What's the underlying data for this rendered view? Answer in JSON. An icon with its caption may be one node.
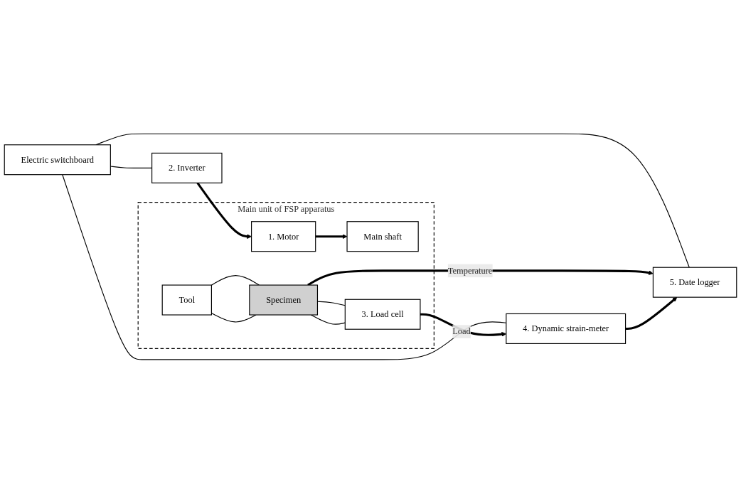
{
  "diagram": {
    "nodes": [
      {
        "text": [
          "Electric switchboard"
        ]
      },
      {
        "text": [
          "Main unit of FSP apparatus"
        ]
      },
      {
        "text": [
          "2. Inverter"
        ]
      },
      {
        "text": [
          "1. Motor"
        ],
        "in": 1
      },
      {
        "text": [
          "Main shaft"
        ],
        "in": 1
      },
      {
        "text": [
          "Tool"
        ],
        "in": 1
      },
      {
        "text": [
          "5. Date logger"
        ]
      },
      {
        "text": [
          "Specimen"
        ],
        "in": 1
      },
      {
        "text": [
          "4. Dynamic strain-meter"
        ]
      },
      {
        "text": [
          "3. Load cell"
        ],
        "in": 1
      }
    ],
    "edges": [
      {
        "from": 0,
        "to": 2,
        "arrow": "none"
      },
      {
        "from": 0,
        "to": 6,
        "arrow": "none"
      },
      {
        "from": 0,
        "to": 8,
        "arrow": "none"
      },
      {
        "from": 2,
        "to": 3,
        "arrow": "to",
        "style": "thick"
      },
      {
        "from": 3,
        "to": 4,
        "arrow": "to",
        "style": "thick"
      },
      {
        "from": 5,
        "to": 7,
        "arrow": "none"
      },
      {
        "from": 5,
        "to": 7,
        "arrow": "none"
      },
      {
        "from": 7,
        "to": 6,
        "arrow": "to",
        "label": "Temperature",
        "style": "thick"
      },
      {
        "from": 8,
        "to": 6,
        "arrow": "to",
        "style": "thick"
      },
      {
        "from": 7,
        "to": 9,
        "arrow": "none"
      },
      {
        "from": 7,
        "to": 9,
        "arrow": "none"
      },
      {
        "from": 9,
        "to": 8,
        "arrow": "to",
        "label": "Load",
        "style": "thick"
      }
    ]
  }
}
